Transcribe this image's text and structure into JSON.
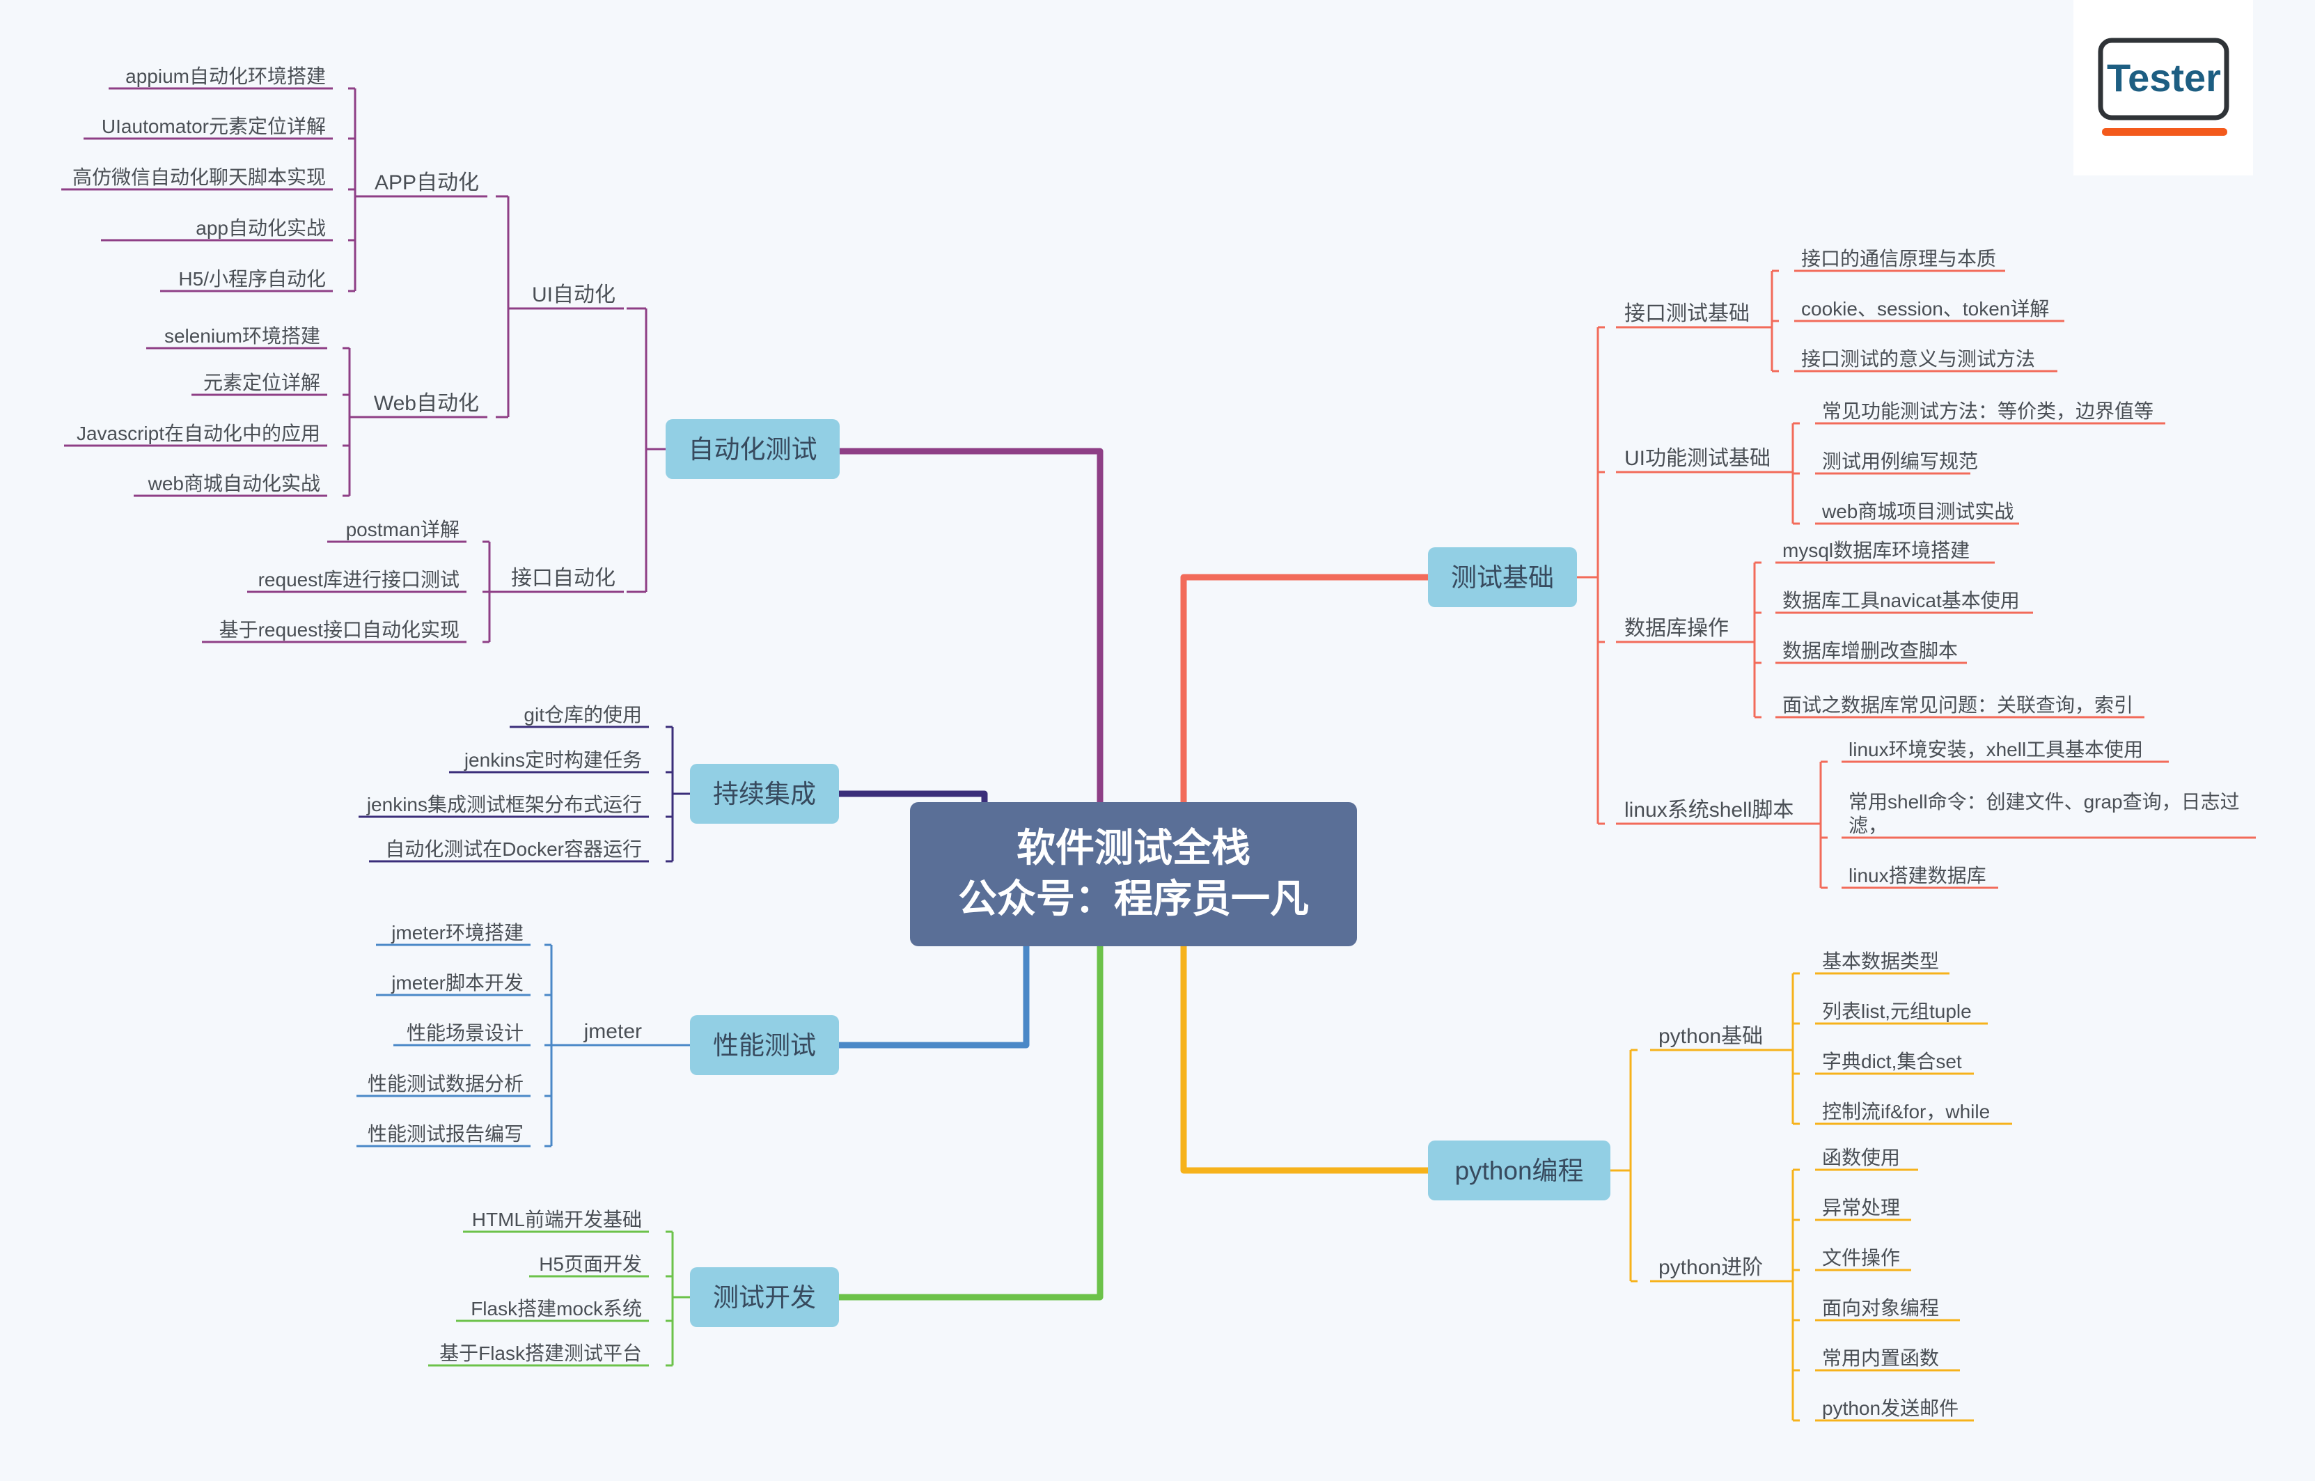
{
  "root": {
    "line1": "软件测试全栈",
    "line2": "公众号：程序员一凡"
  },
  "logo": {
    "text": "Tester"
  },
  "branches": [
    {
      "id": "auto",
      "label": "自动化测试",
      "color": "#8e3f86",
      "groups": [
        {
          "label": "UI自动化",
          "groups": [
            {
              "label": "APP自动化",
              "leaves": [
                "appium自动化环境搭建",
                "UIautomator元素定位详解",
                "高仿微信自动化聊天脚本实现",
                "app自动化实战",
                "H5/小程序自动化"
              ]
            },
            {
              "label": "Web自动化",
              "leaves": [
                "selenium环境搭建",
                "元素定位详解",
                "Javascript在自动化中的应用",
                "web商城自动化实战"
              ]
            }
          ]
        },
        {
          "label": "接口自动化",
          "leaves": [
            "postman详解",
            "request库进行接口测试",
            "基于request接口自动化实现"
          ]
        }
      ]
    },
    {
      "id": "ci",
      "label": "持续集成",
      "color": "#3b2e7a",
      "leaves": [
        "git仓库的使用",
        "jenkins定时构建任务",
        "jenkins集成测试框架分布式运行",
        "自动化测试在Docker容器运行"
      ]
    },
    {
      "id": "perf",
      "label": "性能测试",
      "color": "#4a88c7",
      "groups": [
        {
          "label": "jmeter",
          "leaves": [
            "jmeter环境搭建",
            "jmeter脚本开发",
            "性能场景设计",
            "性能测试数据分析",
            "性能测试报告编写"
          ]
        }
      ]
    },
    {
      "id": "dev",
      "label": "测试开发",
      "color": "#6cc24a",
      "leaves": [
        "HTML前端开发基础",
        "H5页面开发",
        "Flask搭建mock系统",
        "基于Flask搭建测试平台"
      ]
    },
    {
      "id": "basic",
      "label": "测试基础",
      "color": "#f26b5a",
      "groups": [
        {
          "label": "接口测试基础",
          "leaves": [
            "接口的通信原理与本质",
            "cookie、session、token详解",
            "接口测试的意义与测试方法"
          ]
        },
        {
          "label": "UI功能测试基础",
          "leaves": [
            "常见功能测试方法：等价类，边界值等",
            "测试用例编写规范",
            "web商城项目测试实战"
          ]
        },
        {
          "label": "数据库操作",
          "leaves": [
            "mysql数据库环境搭建",
            "数据库工具navicat基本使用",
            "数据库增删改查脚本",
            "面试之数据库常见问题：关联查询，索引"
          ]
        },
        {
          "label": "linux系统shell脚本",
          "leaves": [
            "linux环境安装，xhell工具基本使用",
            "常用shell命令：创建文件、grap查询，日志过滤，",
            "linux搭建数据库"
          ]
        }
      ]
    },
    {
      "id": "python",
      "label": "python编程",
      "color": "#f6b21b",
      "groups": [
        {
          "label": "python基础",
          "leaves": [
            "基本数据类型",
            "列表list,元组tuple",
            "字典dict,集合set",
            "控制流if&for，while"
          ]
        },
        {
          "label": "python进阶",
          "leaves": [
            "函数使用",
            "异常处理",
            "文件操作",
            "面向对象编程",
            "常用内置函数",
            "python发送邮件"
          ]
        }
      ]
    }
  ]
}
